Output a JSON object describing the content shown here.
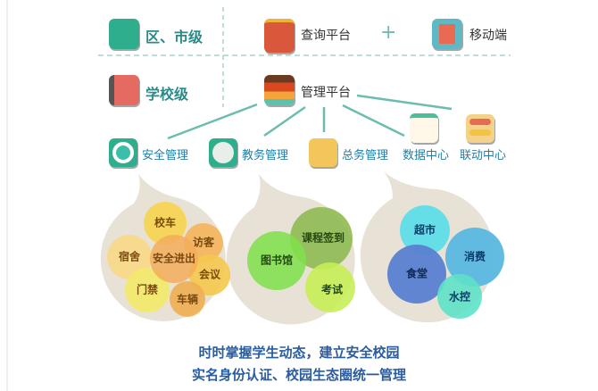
{
  "top": {
    "region_level": "区、市级",
    "query_platform": "查询平台",
    "plus": "+",
    "mobile": "移动端"
  },
  "school": {
    "school_level": "学校级",
    "mgmt_platform": "管理平台"
  },
  "modules": [
    "安全管理",
    "教务管理",
    "总务管理",
    "数据中心",
    "联动中心"
  ],
  "safety_bubbles": [
    "校车",
    "访客",
    "宿舍",
    "安全进出",
    "会议",
    "门禁",
    "车辆"
  ],
  "academic_bubbles": [
    "课程签到",
    "图书馆",
    "考试"
  ],
  "general_bubbles": [
    "超市",
    "消费",
    "食堂",
    "水控"
  ],
  "caption": [
    "时时掌握学生动态，建立安全校园",
    "实名身份认证、校园生态圈统一管理"
  ],
  "colors": {
    "teal": "#5bb8a8",
    "caption": "#2a5da0",
    "module_text": "#1f7fa8"
  }
}
